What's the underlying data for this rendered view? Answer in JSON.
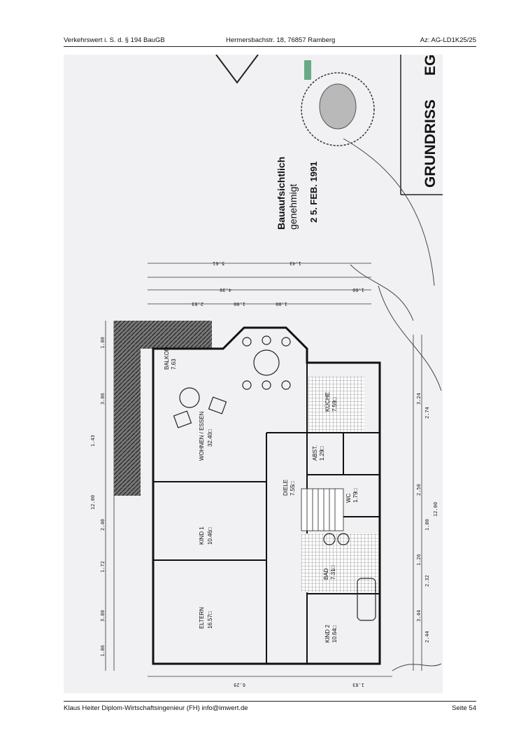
{
  "header": {
    "left": "Verkehrswert i. S. d. § 194 BauGB",
    "middle": "Hermersbachstr. 18, 76857 Ramberg",
    "right": "Az: AG-LD1K25/25"
  },
  "footer": {
    "left": "Klaus Heiter Diplom-Wirtschaftsingenieur (FH)    info@imwert.de",
    "right": "Seite 54"
  },
  "plan": {
    "title": "GRUNDRISS",
    "floor": "EG",
    "stamp": {
      "line1": "Bauaufsichtlich",
      "line2": "genehmigt",
      "date": "2 5. FEB. 1991"
    },
    "rooms": [
      {
        "name": "BALKON",
        "area": "7.63"
      },
      {
        "name": "WOHNEN / ESSEN",
        "area": "32.40□"
      },
      {
        "name": "KÜCHE",
        "area": "7.59□"
      },
      {
        "name": "ABST.",
        "area": "1.29□"
      },
      {
        "name": "DIELE",
        "area": "7.55□"
      },
      {
        "name": "WC",
        "area": "1.79□"
      },
      {
        "name": "KIND 1",
        "area": "10.46□"
      },
      {
        "name": "BAD",
        "area": "7.31□"
      },
      {
        "name": "ELTERN",
        "area": "16.57□"
      },
      {
        "name": "KIND 2",
        "area": "10.64□"
      }
    ],
    "dims_left": [
      "1.00",
      "3.06",
      "1.43",
      "12.00",
      "2.40",
      "1.72",
      "3.80",
      "1.06"
    ],
    "dims_right": [
      "3.24",
      "2.74",
      "2.50",
      "1.00",
      "1.26",
      "2.32",
      "3.44",
      "2.44",
      "12.00"
    ],
    "dims_top": [
      "5.61",
      "1.43",
      "4.30",
      "2.83",
      "1.00",
      "1.00",
      "1.60"
    ],
    "dims_bottom": [
      "6.29",
      "1.83"
    ]
  }
}
